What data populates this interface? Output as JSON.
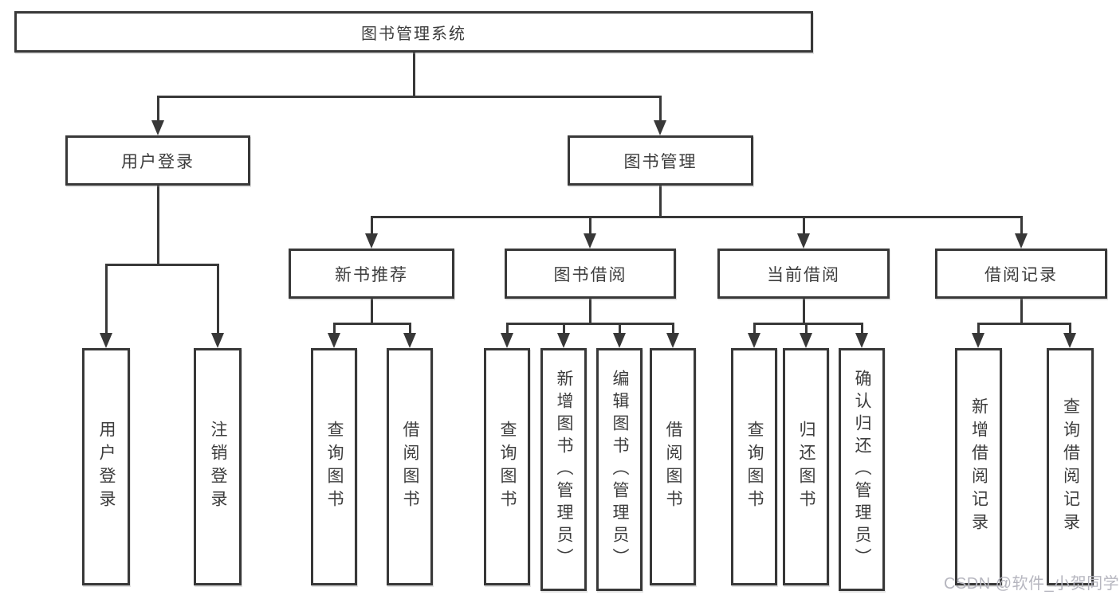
{
  "colors": {
    "line": "#383838",
    "text": "#3d3d3d",
    "bg": "#ffffff",
    "wm": "#b6b6bf"
  },
  "watermark": "CSDN @软件_小贺同学",
  "nodes": {
    "root": {
      "label": "图书管理系统",
      "parent": null
    },
    "user_login": {
      "label": "用户登录",
      "parent": "root"
    },
    "book_mgmt": {
      "label": "图书管理",
      "parent": "root"
    },
    "leaf_user_login": {
      "label": "用户登录",
      "parent": "user_login"
    },
    "leaf_logout": {
      "label": "注销登录",
      "parent": "user_login"
    },
    "new_book_rec": {
      "label": "新书推荐",
      "parent": "book_mgmt"
    },
    "book_borrow": {
      "label": "图书借阅",
      "parent": "book_mgmt"
    },
    "current_borrow": {
      "label": "当前借阅",
      "parent": "book_mgmt"
    },
    "borrow_records": {
      "label": "借阅记录",
      "parent": "book_mgmt"
    },
    "nbr_query": {
      "label": "查询图书",
      "parent": "new_book_rec"
    },
    "nbr_borrow": {
      "label": "借阅图书",
      "parent": "new_book_rec"
    },
    "bb_query": {
      "label": "查询图书",
      "parent": "book_borrow"
    },
    "bb_add": {
      "label": "新增图书（管理员）",
      "parent": "book_borrow"
    },
    "bb_edit": {
      "label": "编辑图书（管理员）",
      "parent": "book_borrow"
    },
    "bb_borrow": {
      "label": "借阅图书",
      "parent": "book_borrow"
    },
    "cb_query": {
      "label": "查询图书",
      "parent": "current_borrow"
    },
    "cb_return": {
      "label": "归还图书",
      "parent": "current_borrow"
    },
    "cb_confirm": {
      "label": "确认归还（管理员）",
      "parent": "current_borrow"
    },
    "br_add": {
      "label": "新增借阅记录",
      "parent": "borrow_records"
    },
    "br_query": {
      "label": "查询借阅记录",
      "parent": "borrow_records"
    }
  }
}
